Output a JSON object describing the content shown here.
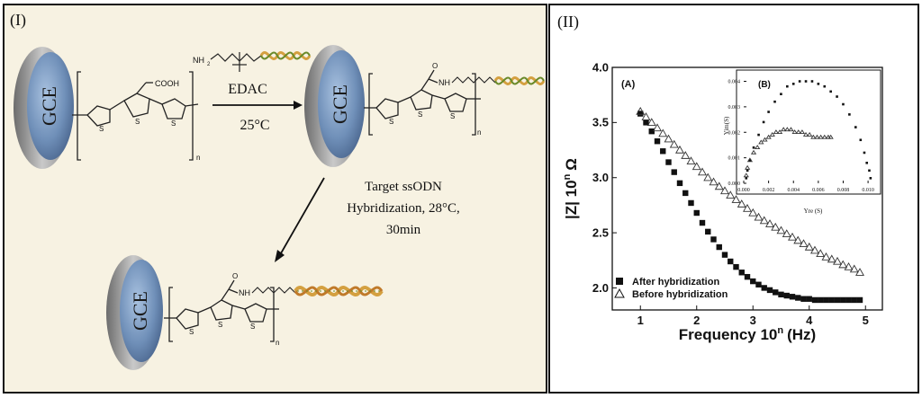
{
  "panels": {
    "left_label": "(I)",
    "right_label": "(II)"
  },
  "electrode_label": "GCE",
  "chem": {
    "cooh": "COOH",
    "nh2": "NH",
    "nh2_sub": "2",
    "nh": "NH",
    "o": "O",
    "s": "S",
    "n": "n"
  },
  "reaction1": {
    "reagent": "EDAC",
    "temperature": "25°C"
  },
  "reaction2": {
    "line1": "Target ssODN",
    "line2": "Hybridization, 28°C,",
    "line3": "30min"
  },
  "colors": {
    "electrode_face": "#6f8fb8",
    "electrode_rim": "#9a9a9a",
    "dna_a": "#d4a040",
    "dna_b": "#6a8a2a",
    "panel_bg": "#f7f2e2"
  },
  "chart_data": [
    {
      "type": "scatter",
      "panel_label": "(A)",
      "xlabel": "Frequency 10",
      "xlabel_sup": "n",
      "xlabel_unit": "(Hz)",
      "ylabel": "|Z| 10",
      "ylabel_sup": "n",
      "ylabel_unit": "Ω",
      "xlim": [
        0.5,
        5.3
      ],
      "ylim": [
        1.8,
        4.0
      ],
      "xticks": [
        "1",
        "2",
        "3",
        "4",
        "5"
      ],
      "yticks": [
        "2.0",
        "2.5",
        "3.0",
        "3.5",
        "4.0"
      ],
      "legend_position": "bottom-left",
      "series": [
        {
          "name": "After hybridization",
          "marker": "filled-square",
          "x": [
            1.0,
            1.1,
            1.2,
            1.3,
            1.4,
            1.5,
            1.6,
            1.7,
            1.8,
            1.9,
            2.0,
            2.1,
            2.2,
            2.3,
            2.4,
            2.5,
            2.6,
            2.7,
            2.8,
            2.9,
            3.0,
            3.1,
            3.2,
            3.3,
            3.4,
            3.5,
            3.6,
            3.7,
            3.8,
            3.9,
            4.0,
            4.1,
            4.2,
            4.3,
            4.4,
            4.5,
            4.6,
            4.7,
            4.8,
            4.9
          ],
          "y": [
            3.58,
            3.5,
            3.42,
            3.33,
            3.24,
            3.14,
            3.05,
            2.95,
            2.86,
            2.77,
            2.68,
            2.59,
            2.51,
            2.44,
            2.37,
            2.3,
            2.24,
            2.19,
            2.14,
            2.1,
            2.06,
            2.03,
            2.0,
            1.98,
            1.96,
            1.94,
            1.93,
            1.92,
            1.91,
            1.9,
            1.9,
            1.89,
            1.89,
            1.89,
            1.89,
            1.89,
            1.89,
            1.89,
            1.89,
            1.89
          ]
        },
        {
          "name": "Before hybridization",
          "marker": "open-triangle",
          "x": [
            1.0,
            1.1,
            1.2,
            1.3,
            1.4,
            1.5,
            1.6,
            1.7,
            1.8,
            1.9,
            2.0,
            2.1,
            2.2,
            2.3,
            2.4,
            2.5,
            2.6,
            2.7,
            2.8,
            2.9,
            3.0,
            3.1,
            3.2,
            3.3,
            3.4,
            3.5,
            3.6,
            3.7,
            3.8,
            3.9,
            4.0,
            4.1,
            4.2,
            4.3,
            4.4,
            4.5,
            4.6,
            4.7,
            4.8,
            4.9
          ],
          "y": [
            3.6,
            3.55,
            3.5,
            3.45,
            3.4,
            3.35,
            3.3,
            3.25,
            3.2,
            3.15,
            3.1,
            3.05,
            3.0,
            2.96,
            2.92,
            2.88,
            2.84,
            2.8,
            2.76,
            2.72,
            2.68,
            2.64,
            2.61,
            2.58,
            2.55,
            2.52,
            2.49,
            2.46,
            2.43,
            2.4,
            2.37,
            2.34,
            2.31,
            2.28,
            2.26,
            2.24,
            2.21,
            2.19,
            2.17,
            2.14
          ]
        }
      ]
    },
    {
      "type": "scatter",
      "panel_label": "(B)",
      "xlabel": "Yre (S)",
      "ylabel": "Yim(S)",
      "xlim": [
        0.0,
        0.0105
      ],
      "ylim": [
        0.0,
        0.0043
      ],
      "xticks": [
        "0.000",
        "0.002",
        "0.004",
        "0.006",
        "0.008",
        "0.010"
      ],
      "yticks": [
        "0.000",
        "0.001",
        "0.002",
        "0.003",
        "0.004"
      ],
      "series": [
        {
          "marker": "filled-square",
          "x": [
            0.0002,
            0.0003,
            0.0005,
            0.0008,
            0.0012,
            0.0016,
            0.002,
            0.0025,
            0.003,
            0.0035,
            0.004,
            0.0045,
            0.005,
            0.0055,
            0.006,
            0.0065,
            0.007,
            0.0075,
            0.008,
            0.0085,
            0.009,
            0.0094,
            0.0097,
            0.0099,
            0.0101,
            0.0102
          ],
          "y": [
            0.0002,
            0.0005,
            0.0009,
            0.0014,
            0.0019,
            0.0024,
            0.0028,
            0.0032,
            0.0035,
            0.0038,
            0.0039,
            0.004,
            0.004,
            0.004,
            0.0039,
            0.0038,
            0.0036,
            0.0034,
            0.0031,
            0.0027,
            0.0022,
            0.0017,
            0.0012,
            0.0008,
            0.0005,
            0.0002
          ]
        },
        {
          "marker": "open-triangle",
          "x": [
            0.0002,
            0.0003,
            0.0005,
            0.0008,
            0.0011,
            0.0014,
            0.0017,
            0.002,
            0.0023,
            0.0026,
            0.0029,
            0.0032,
            0.0035,
            0.0038,
            0.0041,
            0.0044,
            0.0047,
            0.005,
            0.0053,
            0.0056,
            0.0059,
            0.0062,
            0.0065,
            0.0068,
            0.007
          ],
          "y": [
            0.0003,
            0.0006,
            0.0009,
            0.0012,
            0.0014,
            0.0016,
            0.0017,
            0.0018,
            0.0019,
            0.002,
            0.002,
            0.0021,
            0.0021,
            0.0021,
            0.002,
            0.002,
            0.002,
            0.0019,
            0.0019,
            0.0018,
            0.0018,
            0.0018,
            0.0018,
            0.0018,
            0.0018
          ]
        }
      ]
    }
  ]
}
